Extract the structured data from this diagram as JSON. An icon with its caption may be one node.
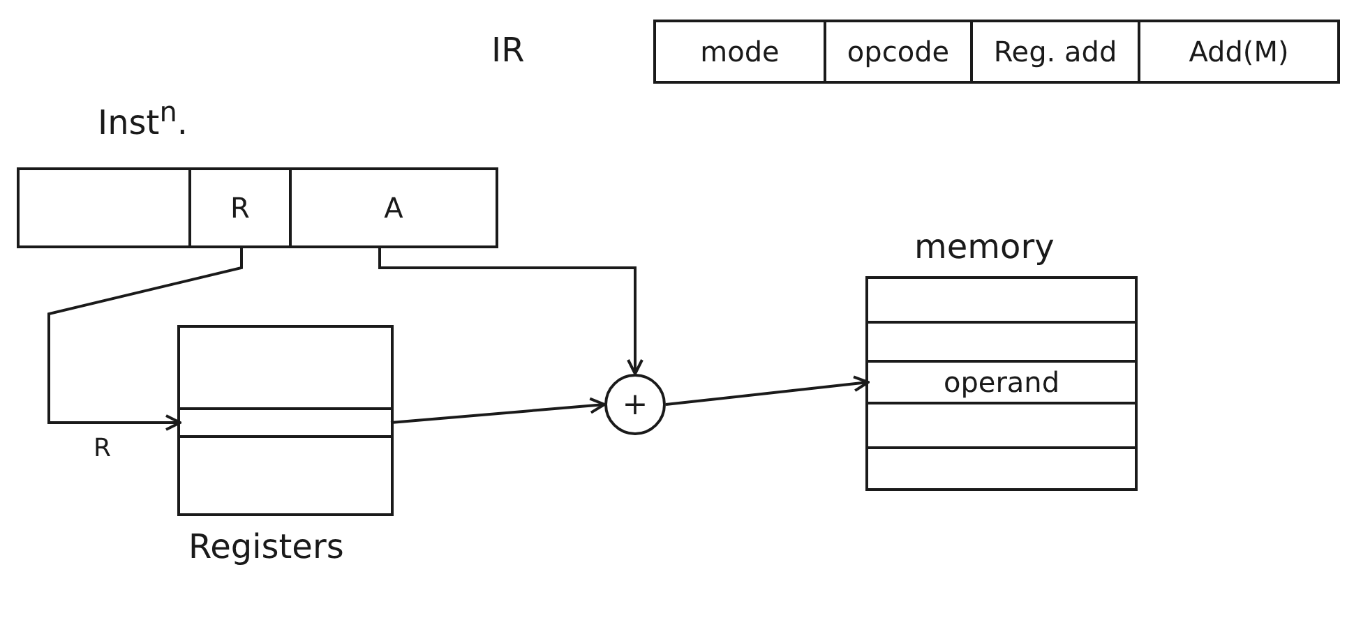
{
  "diagram": {
    "nodes": [
      {
        "text": [
          "IR"
        ]
      },
      {
        "text": [
          "mode"
        ],
        "in": 0
      },
      {
        "text": [
          "opcode"
        ],
        "in": 0
      },
      {
        "text": [
          "Reg. add"
        ],
        "in": 0
      },
      {
        "text": [
          "Add(M)"
        ],
        "in": 0
      },
      {
        "text": [
          "Inst$^{n}$."
        ]
      },
      {
        "text": [],
        "shape": "box",
        "in": 5
      },
      {
        "text": [
          "R"
        ],
        "in": 5
      },
      {
        "text": [
          "A"
        ],
        "in": 5
      },
      {
        "text": [
          "Registers"
        ]
      },
      {
        "text": [],
        "shape": "box",
        "in": 9
      },
      {
        "text": [
          "+"
        ]
      },
      {
        "text": [
          "memory"
        ]
      },
      {
        "text": [
          "operand"
        ],
        "in": 12
      }
    ],
    "edges": [
      {
        "from": 7,
        "to": 10,
        "arrow": "to",
        "label": "R"
      },
      {
        "from": 8,
        "to": 11,
        "arrow": "to"
      },
      {
        "from": 10,
        "to": 11,
        "arrow": "to"
      },
      {
        "from": 11,
        "to": 13,
        "arrow": "to"
      }
    ]
  }
}
